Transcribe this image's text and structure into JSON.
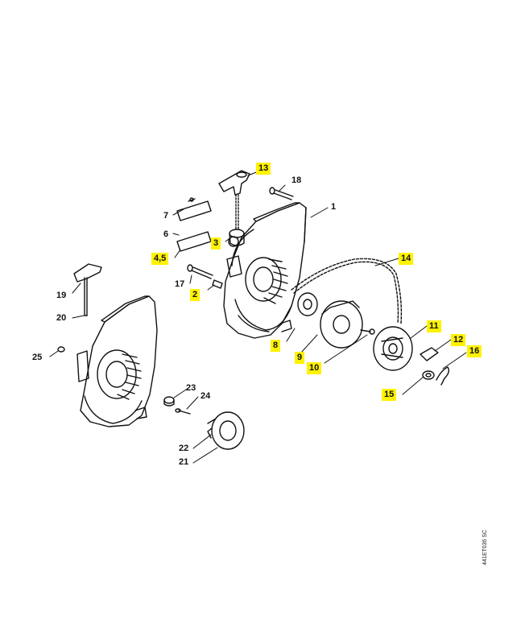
{
  "callouts": {
    "c1": {
      "text": "1",
      "highlighted": false
    },
    "c2": {
      "text": "2",
      "highlighted": true
    },
    "c3": {
      "text": "3",
      "highlighted": true
    },
    "c45": {
      "text": "4,5",
      "highlighted": true
    },
    "c6": {
      "text": "6",
      "highlighted": false
    },
    "c7": {
      "text": "7",
      "highlighted": false
    },
    "c8": {
      "text": "8",
      "highlighted": true
    },
    "c9": {
      "text": "9",
      "highlighted": true
    },
    "c10": {
      "text": "10",
      "highlighted": true
    },
    "c11": {
      "text": "11",
      "highlighted": true
    },
    "c12": {
      "text": "12",
      "highlighted": true
    },
    "c13": {
      "text": "13",
      "highlighted": true
    },
    "c14": {
      "text": "14",
      "highlighted": true
    },
    "c15": {
      "text": "15",
      "highlighted": true
    },
    "c16": {
      "text": "16",
      "highlighted": true
    },
    "c17": {
      "text": "17",
      "highlighted": false
    },
    "c18": {
      "text": "18",
      "highlighted": false
    },
    "c19": {
      "text": "19",
      "highlighted": false
    },
    "c20": {
      "text": "20",
      "highlighted": false
    },
    "c21": {
      "text": "21",
      "highlighted": false
    },
    "c22": {
      "text": "22",
      "highlighted": false
    },
    "c23": {
      "text": "23",
      "highlighted": false
    },
    "c24": {
      "text": "24",
      "highlighted": false
    },
    "c25": {
      "text": "25",
      "highlighted": false
    }
  },
  "reference_code": "441ET036 SC",
  "colors": {
    "highlight": "#fff200",
    "ink": "#111111",
    "background": "#ffffff"
  }
}
